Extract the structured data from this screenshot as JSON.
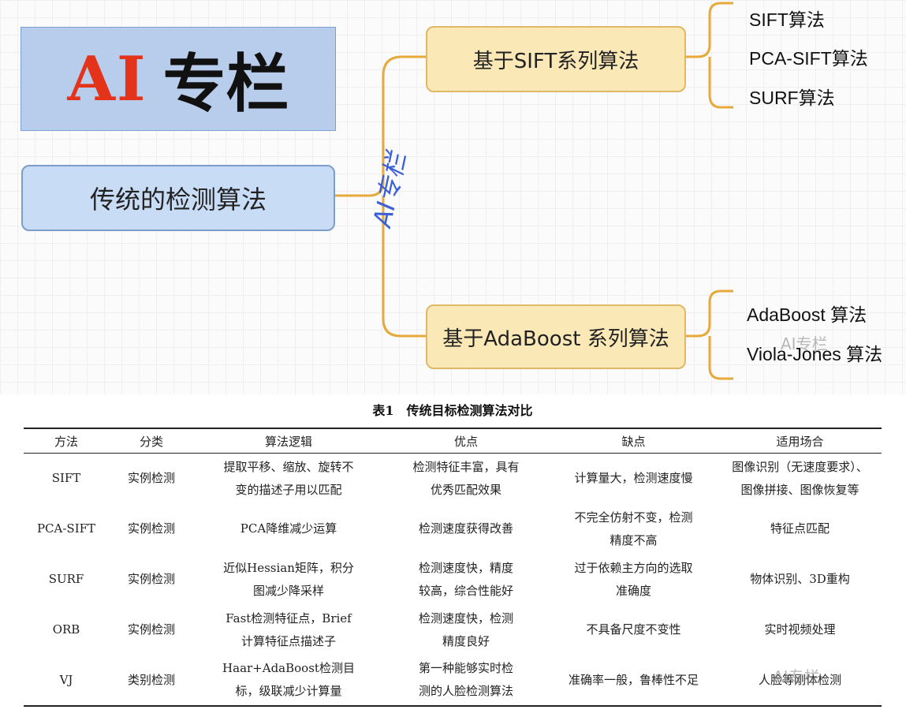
{
  "banner": {
    "ai_text": "AI",
    "column_text": "专栏"
  },
  "watermark": {
    "vertical": "AI专栏",
    "wechat_mark": "AI专栏"
  },
  "mindmap": {
    "root": "传统的检测算法",
    "branches": [
      {
        "label": "基于SIFT系列算法",
        "leaves": [
          "SIFT算法",
          "PCA-SIFT算法",
          "SURF算法"
        ]
      },
      {
        "label": "基于AdaBoost 系列算法",
        "leaves": [
          "AdaBoost 算法",
          "Viola-Jones 算法"
        ]
      }
    ],
    "colors": {
      "root_fill": "#c9dcf6",
      "branch_fill": "#fbe8b7",
      "connector": "#e6a93a"
    }
  },
  "table": {
    "caption": "表1　传统目标检测算法对比",
    "headers": [
      "方法",
      "分类",
      "算法逻辑",
      "优点",
      "缺点",
      "适用场合"
    ],
    "rows": [
      [
        "SIFT",
        "实例检测",
        "提取平移、缩放、旋转不\n变的描述子用以匹配",
        "检测特征丰富，具有\n优秀匹配效果",
        "计算量大，检测速度慢",
        "图像识别（无速度要求）、\n图像拼接、图像恢复等"
      ],
      [
        "PCA-SIFT",
        "实例检测",
        "PCA降维减少运算",
        "检测速度获得改善",
        "不完全仿射不变，检测\n精度不高",
        "特征点匹配"
      ],
      [
        "SURF",
        "实例检测",
        "近似Hessian矩阵，积分\n图减少降采样",
        "检测速度快，精度\n较高，综合性能好",
        "过于依赖主方向的选取\n准确度",
        "物体识别、3D重构"
      ],
      [
        "ORB",
        "实例检测",
        "Fast检测特征点，Brief\n计算特征点描述子",
        "检测速度快，检测\n精度良好",
        "不具备尺度不变性",
        "实时视频处理"
      ],
      [
        "VJ",
        "类别检测",
        "Haar+AdaBoost检测目\n标，级联减少计算量",
        "第一种能够实时检\n测的人脸检测算法",
        "准确率一般，鲁棒性不足",
        "人脸等刚体检测"
      ]
    ]
  }
}
